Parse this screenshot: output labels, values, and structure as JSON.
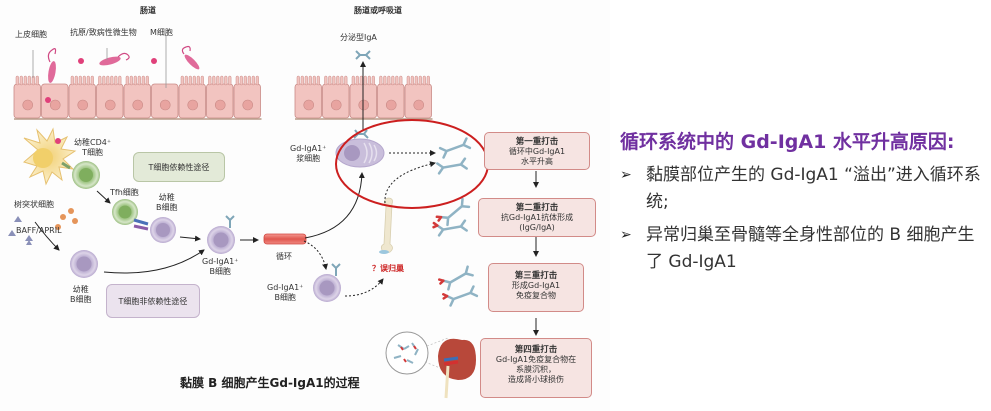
{
  "diagram": {
    "top_labels": {
      "intestine": "肠道",
      "intestine_or_airway": "肠道或呼吸道"
    },
    "epithelium_labels": {
      "epithelial_cell": "上皮细胞",
      "pathogen": "抗原/致病性微生物",
      "m_cell": "M细胞",
      "secretory_iga": "分泌型IgA"
    },
    "cell_labels": {
      "naive_cd4_t": [
        "幼稚CD4⁺",
        "T细胞"
      ],
      "dendritic_cell": "树突状细胞",
      "baff_april": "BAFF/APRIL",
      "tfh_cell": "Tfh细胞",
      "naive_b_upper": [
        "幼稚",
        "B细胞"
      ],
      "naive_b_lower": [
        "幼稚",
        "B细胞"
      ],
      "gd_iga1_b_left": [
        "Gd-IgA1⁺",
        "B细胞"
      ],
      "gd_iga1_b_lower": [
        "Gd-IgA1⁺",
        "B细胞"
      ],
      "plasma_cell": [
        "Gd-IgA1⁺",
        "浆细胞"
      ],
      "circulation": "循环",
      "mishoming": "？误归巢"
    },
    "pathway_boxes": {
      "t_dependent": "T细胞依赖性途径",
      "t_independent": "T细胞非依赖性途径"
    },
    "hits": [
      {
        "title": "第一重打击",
        "lines": [
          "循环中Gd-IgA1",
          "水平升高"
        ]
      },
      {
        "title": "第二重打击",
        "lines": [
          "抗Gd-IgA1抗体形成",
          "(IgG/IgA)"
        ]
      },
      {
        "title": "第三重打击",
        "lines": [
          "形成Gd-IgA1",
          "免疫复合物"
        ]
      },
      {
        "title": "第四重打击",
        "lines": [
          "Gd-IgA1免疫复合物在",
          "系膜沉积，",
          "造成肾小球损伤"
        ]
      }
    ],
    "caption": "黏膜 B 细胞产生Gd-IgA1的过程",
    "colors": {
      "epithelium": "#f2c4c0",
      "epithelium_border": "#c98a86",
      "highlight_ellipse": "#cc1f1f",
      "hit_box_fill": "#f6e4e2",
      "hit_box_border": "#d28b88",
      "t_dep_box": "#e3ead8",
      "t_indep_box": "#ebe3ee",
      "b_cell": "#cbbfdc",
      "t_cell": "#b5cf9e",
      "antibody": "#8fb3c4",
      "galactose_red": "#d33a3a",
      "mishoming_red": "#cc2222"
    }
  },
  "panel": {
    "title": "循环系统中的 Gd-IgA1 水平升高原因:",
    "bullets": [
      "黏膜部位产生的 Gd-IgA1 “溢出”进入循环系统;",
      "异常归巢至骨髓等全身性部位的 B 细胞产生了 Gd-IgA1"
    ],
    "title_color": "#7030a0"
  }
}
